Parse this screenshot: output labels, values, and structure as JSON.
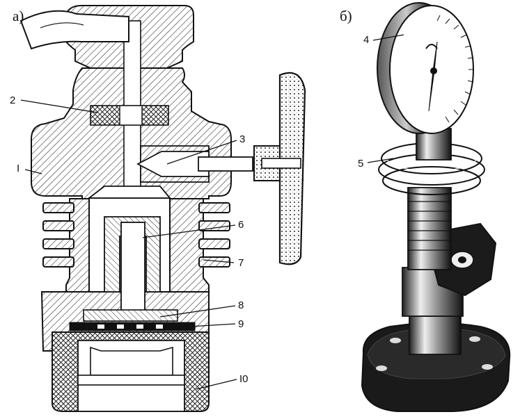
{
  "panels": {
    "a": "а)",
    "b": "б)"
  },
  "labels": {
    "n1": "I",
    "n2": "2",
    "n3": "3",
    "n4": "4",
    "n5": "5",
    "n6": "6",
    "n7": "7",
    "n8": "8",
    "n9": "9",
    "n10": "I0"
  }
}
